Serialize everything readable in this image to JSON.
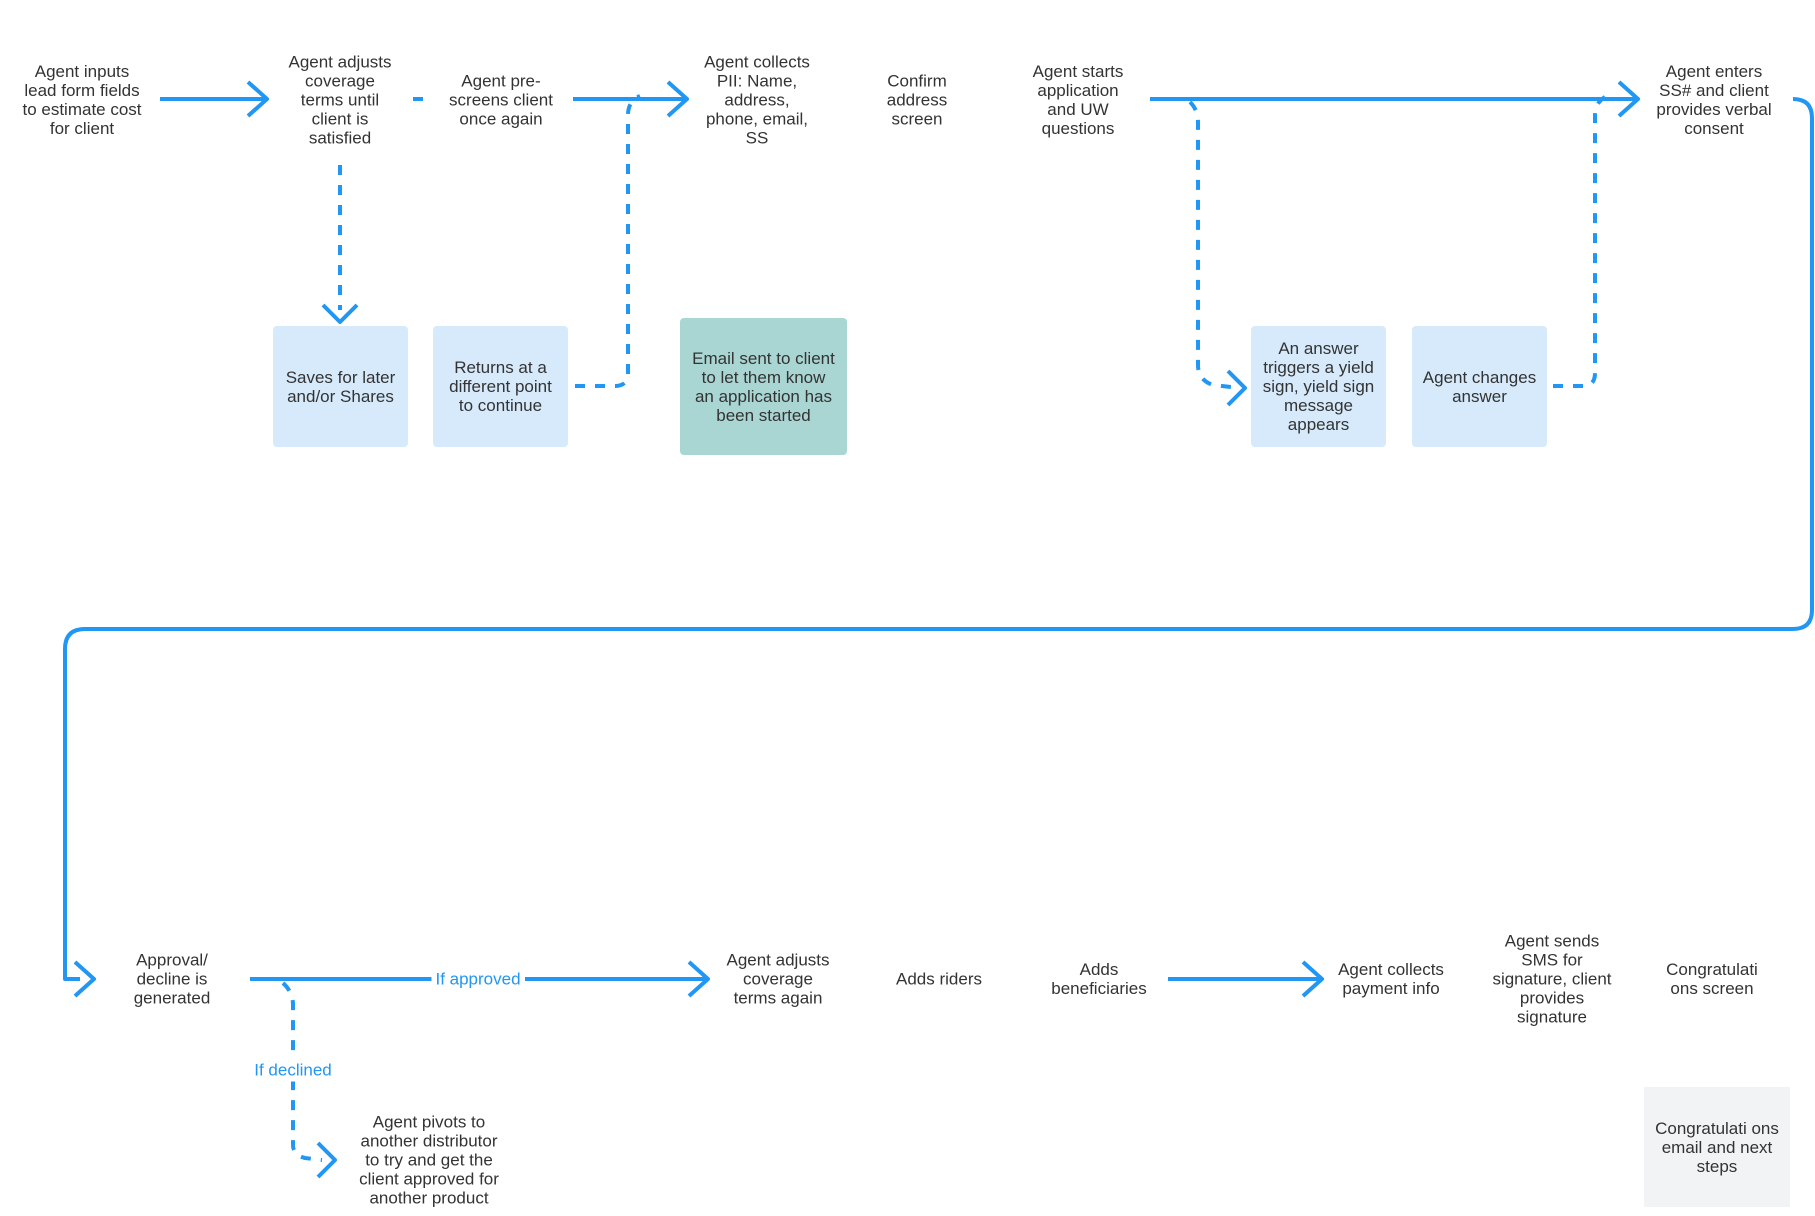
{
  "colors": {
    "connector": "#2196f3",
    "secondary_box": "#d6eafb",
    "email_box": "#a9d5d3",
    "final_box": "#f2f3f4"
  },
  "steps": {
    "lead_form": "Agent inputs lead form fields to estimate cost for client",
    "adjust_coverage": "Agent adjusts coverage terms until client is satisfied",
    "prescreen": "Agent pre-screens client once again",
    "collect_pii": "Agent collects PII: Name, address, phone, email, SS",
    "confirm_address": "Confirm address screen",
    "start_application": "Agent starts application and UW questions",
    "enter_ssn": "Agent enters SS# and client provides verbal consent",
    "approval": "Approval/ decline is generated",
    "adjust_again": "Agent adjusts coverage terms again",
    "riders": "Adds riders",
    "beneficiaries": "Adds beneficiaries",
    "payment": "Agent collects payment info",
    "sms_signature": "Agent sends SMS for signature, client provides signature",
    "congrats_screen": "Congratulati ons screen",
    "pivot": "Agent pivots to another distributor to try and get the client approved for another product"
  },
  "boxes": {
    "saves": "Saves for later and/or Shares",
    "returns": "Returns at a different point to continue",
    "email_sent": "Email sent to client to let them know an application has been started",
    "yield_sign": "An answer triggers a yield sign, yield sign message appears",
    "changes_answer": "Agent changes answer",
    "congrats_email": "Congratulati ons email and next steps"
  },
  "edge_labels": {
    "approved": "If approved",
    "declined": "If declined"
  }
}
